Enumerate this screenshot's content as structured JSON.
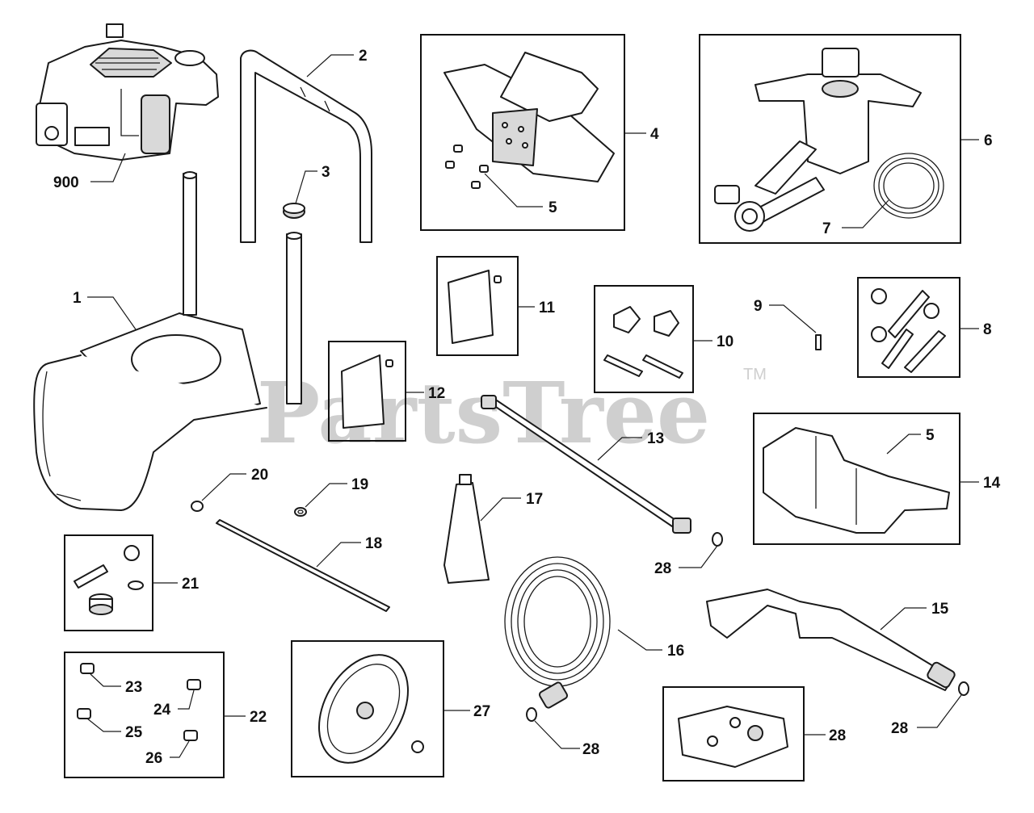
{
  "watermark": {
    "text": "PartsTree",
    "trademark": "TM"
  },
  "callouts": [
    {
      "id": "label-900",
      "number": "900"
    },
    {
      "id": "label-1",
      "number": "1"
    },
    {
      "id": "label-2",
      "number": "2"
    },
    {
      "id": "label-3",
      "number": "3"
    },
    {
      "id": "label-4",
      "number": "4"
    },
    {
      "id": "label-5a",
      "number": "5"
    },
    {
      "id": "label-5b",
      "number": "5"
    },
    {
      "id": "label-6",
      "number": "6"
    },
    {
      "id": "label-7",
      "number": "7"
    },
    {
      "id": "label-8",
      "number": "8"
    },
    {
      "id": "label-9",
      "number": "9"
    },
    {
      "id": "label-10",
      "number": "10"
    },
    {
      "id": "label-11",
      "number": "11"
    },
    {
      "id": "label-12",
      "number": "12"
    },
    {
      "id": "label-13",
      "number": "13"
    },
    {
      "id": "label-14",
      "number": "14"
    },
    {
      "id": "label-15",
      "number": "15"
    },
    {
      "id": "label-16",
      "number": "16"
    },
    {
      "id": "label-17",
      "number": "17"
    },
    {
      "id": "label-18",
      "number": "18"
    },
    {
      "id": "label-19",
      "number": "19"
    },
    {
      "id": "label-20",
      "number": "20"
    },
    {
      "id": "label-21",
      "number": "21"
    },
    {
      "id": "label-22",
      "number": "22"
    },
    {
      "id": "label-23",
      "number": "23"
    },
    {
      "id": "label-24",
      "number": "24"
    },
    {
      "id": "label-25",
      "number": "25"
    },
    {
      "id": "label-26",
      "number": "26"
    },
    {
      "id": "label-27",
      "number": "27"
    },
    {
      "id": "label-28a",
      "number": "28"
    },
    {
      "id": "label-28b",
      "number": "28"
    },
    {
      "id": "label-28c",
      "number": "28"
    },
    {
      "id": "label-28d",
      "number": "28"
    }
  ]
}
